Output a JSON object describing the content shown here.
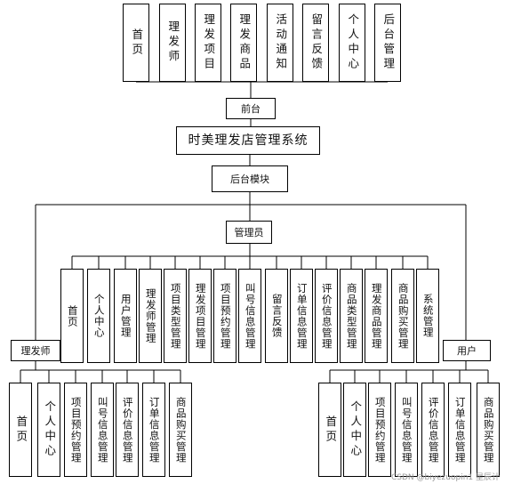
{
  "diagram": {
    "title": "时美理发店管理系统",
    "front": {
      "label": "前台",
      "modules": [
        "首页",
        "理发师",
        "理发项目",
        "理发商品",
        "活动通知",
        "留言反馈",
        "个人中心",
        "后台管理"
      ]
    },
    "backend": {
      "label": "后台模块",
      "admin": {
        "label": "管理员",
        "modules": [
          "首页",
          "个人中心",
          "用户管理",
          "理发师管理",
          "项目类型管理",
          "理发项目管理",
          "项目预约管理",
          "叫号信息管理",
          "留言反馈",
          "订单信息管理",
          "评价信息管理",
          "商品类型管理",
          "理发商品管理",
          "商品购买管理",
          "系统管理"
        ]
      },
      "barber": {
        "label": "理发师",
        "modules": [
          "首页",
          "个人中心",
          "项目预约管理",
          "叫号信息管理",
          "评价信息管理",
          "订单信息管理",
          "商品购买管理"
        ]
      },
      "user": {
        "label": "用户",
        "modules": [
          "首页",
          "个人中心",
          "项目预约管理",
          "叫号信息管理",
          "评价信息管理",
          "订单信息管理",
          "商品购买管理"
        ]
      }
    },
    "watermark": "CSDN @biyezuopin1 星辰计"
  }
}
